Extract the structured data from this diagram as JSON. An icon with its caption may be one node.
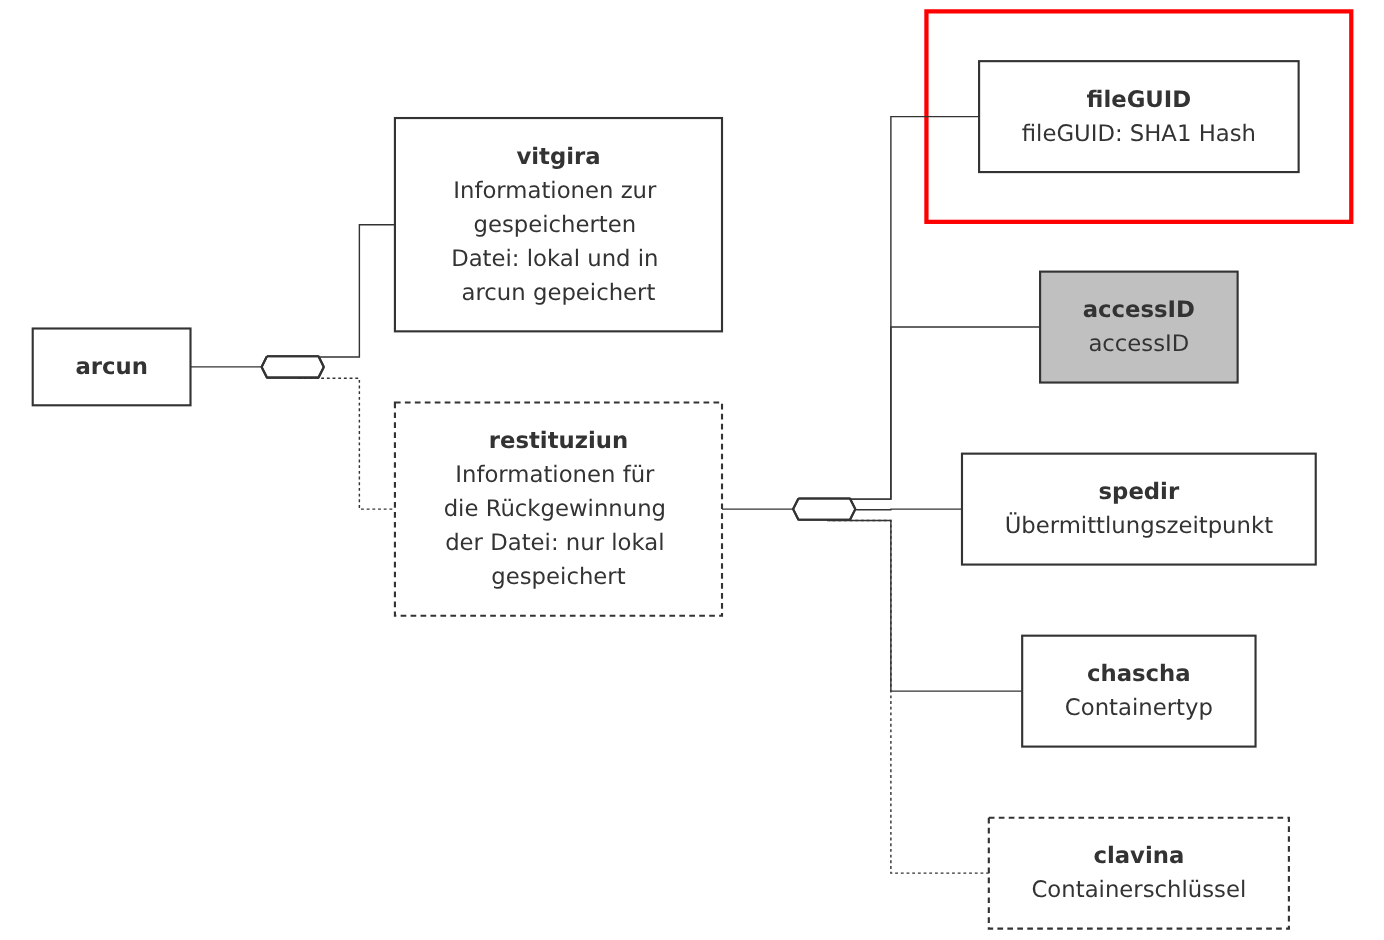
{
  "diagram": {
    "nodes": [
      {
        "text": [
          "arcun"
        ]
      },
      {
        "text": [],
        "shape": "hexagon"
      },
      {
        "text": [
          "vitgira",
          "Informationen zur gespeicherten Datei: lokal und in arcun gepeichert"
        ]
      },
      {
        "text": [
          "restituziun",
          "Informationen für die Rückgewinnung der Datei: nur lokal gespeichert"
        ]
      },
      {
        "text": [],
        "shape": "hexagon"
      },
      {
        "text": [
          "accessID",
          "accessID"
        ]
      },
      {
        "text": [],
        "shape": "box"
      },
      {
        "text": [
          "fileGUID",
          "fileGUID: SHA1 Hash"
        ],
        "in": 6
      },
      {
        "text": [
          "spedir",
          "Übermittlungszeitpunkt"
        ]
      },
      {
        "text": [
          "chascha",
          "Containertyp"
        ]
      },
      {
        "text": [
          "clavina",
          "Containerschlüssel"
        ]
      }
    ],
    "edges": [
      {
        "from": 0,
        "to": 1,
        "arrow": "none"
      },
      {
        "from": 1,
        "to": 2,
        "arrow": "none"
      },
      {
        "from": 1,
        "to": 3,
        "arrow": "none",
        "style": "dashed"
      },
      {
        "from": 3,
        "to": 4,
        "arrow": "none"
      },
      {
        "from": 4,
        "to": 5,
        "arrow": "none"
      },
      {
        "from": 4,
        "to": 7,
        "arrow": "none"
      },
      {
        "from": 4,
        "to": 8,
        "arrow": "none"
      },
      {
        "from": 4,
        "to": 9,
        "arrow": "none"
      },
      {
        "from": 4,
        "to": 10,
        "arrow": "none",
        "style": "dashed"
      }
    ]
  }
}
